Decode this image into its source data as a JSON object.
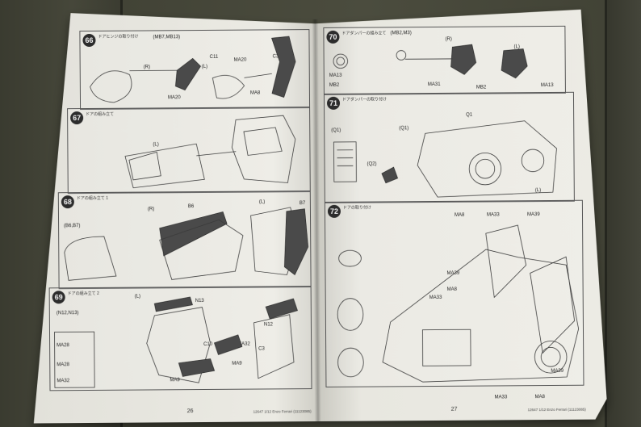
{
  "left_page": {
    "page_number": "26",
    "footer": "12647  1/12 Enzo Ferrari (11123085)",
    "steps": [
      {
        "number": "66",
        "title": "ドアヒンジの取り付け",
        "labels": [
          "(MB7,MB13)",
          "(R)",
          "(L)",
          "MA20",
          "MA20",
          "MA8",
          "C11",
          "C3"
        ]
      },
      {
        "number": "67",
        "title": "ドアの組み立て",
        "labels": [
          "(L)"
        ]
      },
      {
        "number": "68",
        "title": "ドアの組み立て 1",
        "labels": [
          "(B6,B7)",
          "(R)",
          "B6",
          "(L)",
          "B7"
        ]
      },
      {
        "number": "69",
        "title": "ドアの組み立て 2",
        "labels": [
          "(N12,N13)",
          "(L)",
          "N13",
          "N12",
          "C10",
          "C3",
          "MA32",
          "MA9",
          "MA28",
          "MA9",
          "MA28",
          "MA32"
        ]
      }
    ]
  },
  "right_page": {
    "page_number": "27",
    "footer": "12647  1/12 Enzo Ferrari (11123085)",
    "steps": [
      {
        "number": "70",
        "title": "ドアダンパーの組み立て",
        "labels": [
          "(MB2,M3)",
          "(R)",
          "(L)",
          "MA13",
          "MB2",
          "MA31",
          "MB2",
          "MA13"
        ]
      },
      {
        "number": "71",
        "title": "ドアダンパーの取り付け",
        "labels": [
          "Q1",
          "(Q1)",
          "(Q2)",
          "(Q1)",
          "(L)"
        ]
      },
      {
        "number": "72",
        "title": "ドアの取り付け",
        "labels": [
          "MA8",
          "MA33",
          "MA39",
          "MA39",
          "MA8",
          "MA33",
          "MA8",
          "MA33",
          "MA39"
        ]
      }
    ]
  }
}
